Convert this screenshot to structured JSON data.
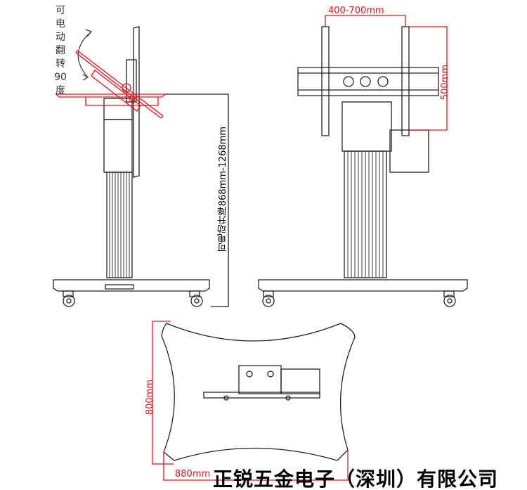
{
  "side_view": {
    "tilt_label": "可电动翻转90度",
    "height_label": "可电动升降868mm-1268mm"
  },
  "front_view": {
    "width_label": "400-700mm",
    "vesa_height_label": "500mm"
  },
  "base_view": {
    "depth_label": "800mm",
    "width_label": "880mm"
  },
  "company_name": "正锐五金电子（深圳）有限公司",
  "colors": {
    "dimension": "#e8141c",
    "line": "#222222"
  }
}
